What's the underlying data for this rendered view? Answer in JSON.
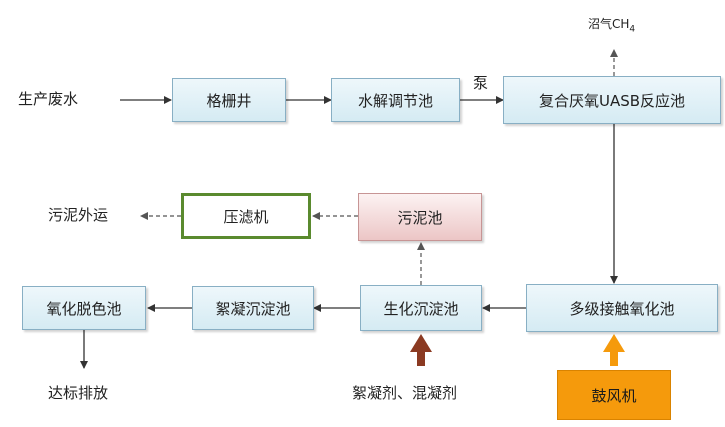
{
  "inputs": {
    "wastewater": "生产废水"
  },
  "process": {
    "grille_well": "格栅井",
    "hydrolysis_tank": "水解调节池",
    "uasb_reactor": "复合厌氧UASB反应池",
    "contact_oxidation": "多级接触氧化池",
    "bio_sedimentation": "生化沉淀池",
    "floc_sedimentation": "絮凝沉淀池",
    "oxidation_decolor": "氧化脱色池",
    "sludge_tank": "污泥池",
    "filter_press": "压滤机",
    "blower": "鼓风机"
  },
  "labels": {
    "pump": "泵",
    "biogas": "沼气CH",
    "biogas_sub": "4",
    "sludge_out": "污泥外运",
    "discharge": "达标排放",
    "chemicals": "絮凝剂、混凝剂"
  },
  "colors": {
    "process_fill": "#d5ebf3",
    "process_border": "#88afc4",
    "sludge_fill": "#ecc6c6",
    "filter_border": "#5a8a2e",
    "blower_fill": "#f59a0c",
    "chemical_arrow": "#8b3a22",
    "blower_arrow": "#f59a0c"
  }
}
